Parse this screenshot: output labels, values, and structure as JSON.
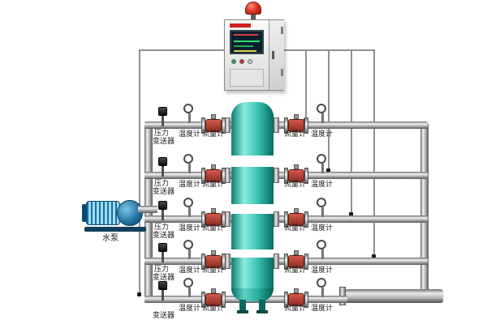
{
  "pump": {
    "label": "水泵"
  },
  "cabinet": {
    "name": "control-cabinet"
  },
  "colors": {
    "tank": "#2fbfae",
    "flow_meter_body": "#a53428",
    "pump_motor": "#1b6f9e",
    "alarm_beacon": "#e03a28",
    "pipe": "#c2c2c2"
  },
  "rows": [
    {
      "pressure_line1": "压力",
      "pressure_line2": "变送器",
      "temp": "温度计",
      "flow": "流量计",
      "flow_right": "流量计",
      "temp_right": "温度计"
    },
    {
      "pressure_line1": "压力",
      "pressure_line2": "变送器",
      "temp": "温度计",
      "flow": "流量计",
      "flow_right": "流量计",
      "temp_right": "温度计"
    },
    {
      "pressure_line1": "压力",
      "pressure_line2": "变送器",
      "temp": "温度计",
      "flow": "流量计",
      "flow_right": "流量计",
      "temp_right": "温度计"
    },
    {
      "pressure_line1": "压力",
      "pressure_line2": "变送器",
      "temp": "温度计",
      "flow": "流量计",
      "flow_right": "流量计",
      "temp_right": "温度计"
    },
    {
      "pressure_line1": "",
      "pressure_line2": "变送器",
      "temp": "温度计",
      "flow": "流量计",
      "flow_right": "流量计",
      "temp_right": "温度计"
    }
  ]
}
